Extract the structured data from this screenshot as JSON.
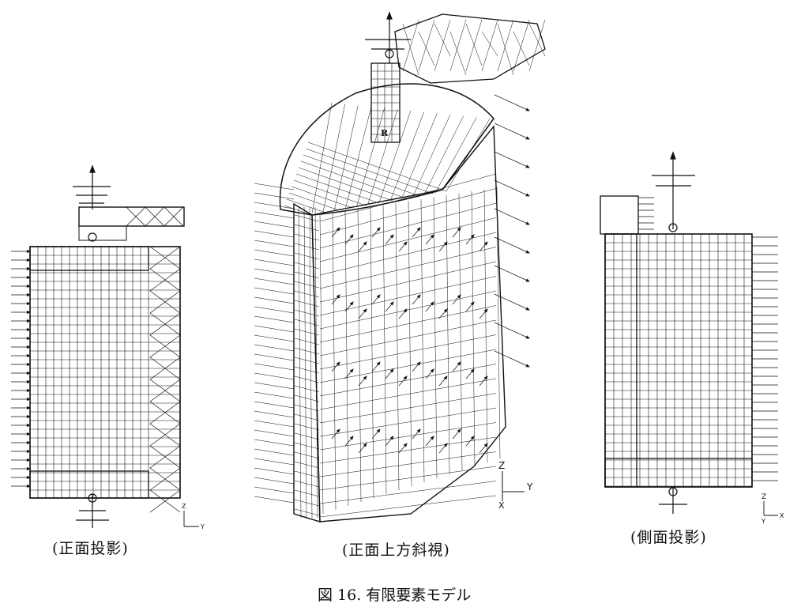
{
  "views": [
    {
      "id": "front",
      "caption": "(正面投影)",
      "axes": {
        "vertical": "Z",
        "horizontal": "Y"
      }
    },
    {
      "id": "oblique",
      "caption": "(正面上方斜視)",
      "axes": {
        "vertical": "Z",
        "horizontal": "Y",
        "depth": "X"
      }
    },
    {
      "id": "side",
      "caption": "(側面投影)",
      "axes": {
        "vertical": "Z",
        "horizontal": "X",
        "depth": "Y"
      }
    }
  ],
  "model_marker": "R",
  "figure_caption": "図 16. 有限要素モデル"
}
